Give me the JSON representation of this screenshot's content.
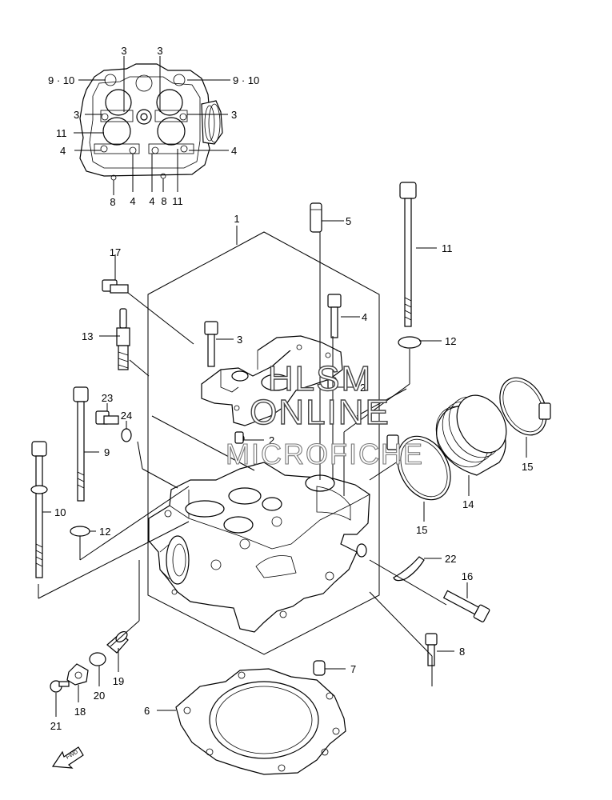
{
  "callouts": {
    "c1": "1",
    "c2a": "2",
    "c2b": "2",
    "c3": "3",
    "c4": "4",
    "c5": "5",
    "c6": "6",
    "c7": "7",
    "c8": "8",
    "c9": "9",
    "c10": "10",
    "c11": "11",
    "c12a": "12",
    "c12b": "12",
    "c13": "13",
    "c14": "14",
    "c15a": "15",
    "c15b": "15",
    "c16": "16",
    "c17": "17",
    "c18": "18",
    "c19": "19",
    "c20": "20",
    "c21": "21",
    "c22": "22",
    "c23": "23",
    "c24": "24"
  },
  "inset_callouts": {
    "i3a": "3",
    "i3b": "3",
    "i3c": "3",
    "i3d": "3",
    "i910a": "9 · 10",
    "i910b": "9 · 10",
    "i11a": "11",
    "i11b": "11",
    "i4a": "4",
    "i4b": "4",
    "i4c": "4",
    "i4d": "4",
    "i8a": "8",
    "i8b": "8"
  },
  "watermark": {
    "line1": "HLSM",
    "line2": "ONLINE",
    "line3": "MICROFICHE"
  },
  "fwd_label": "FWD"
}
